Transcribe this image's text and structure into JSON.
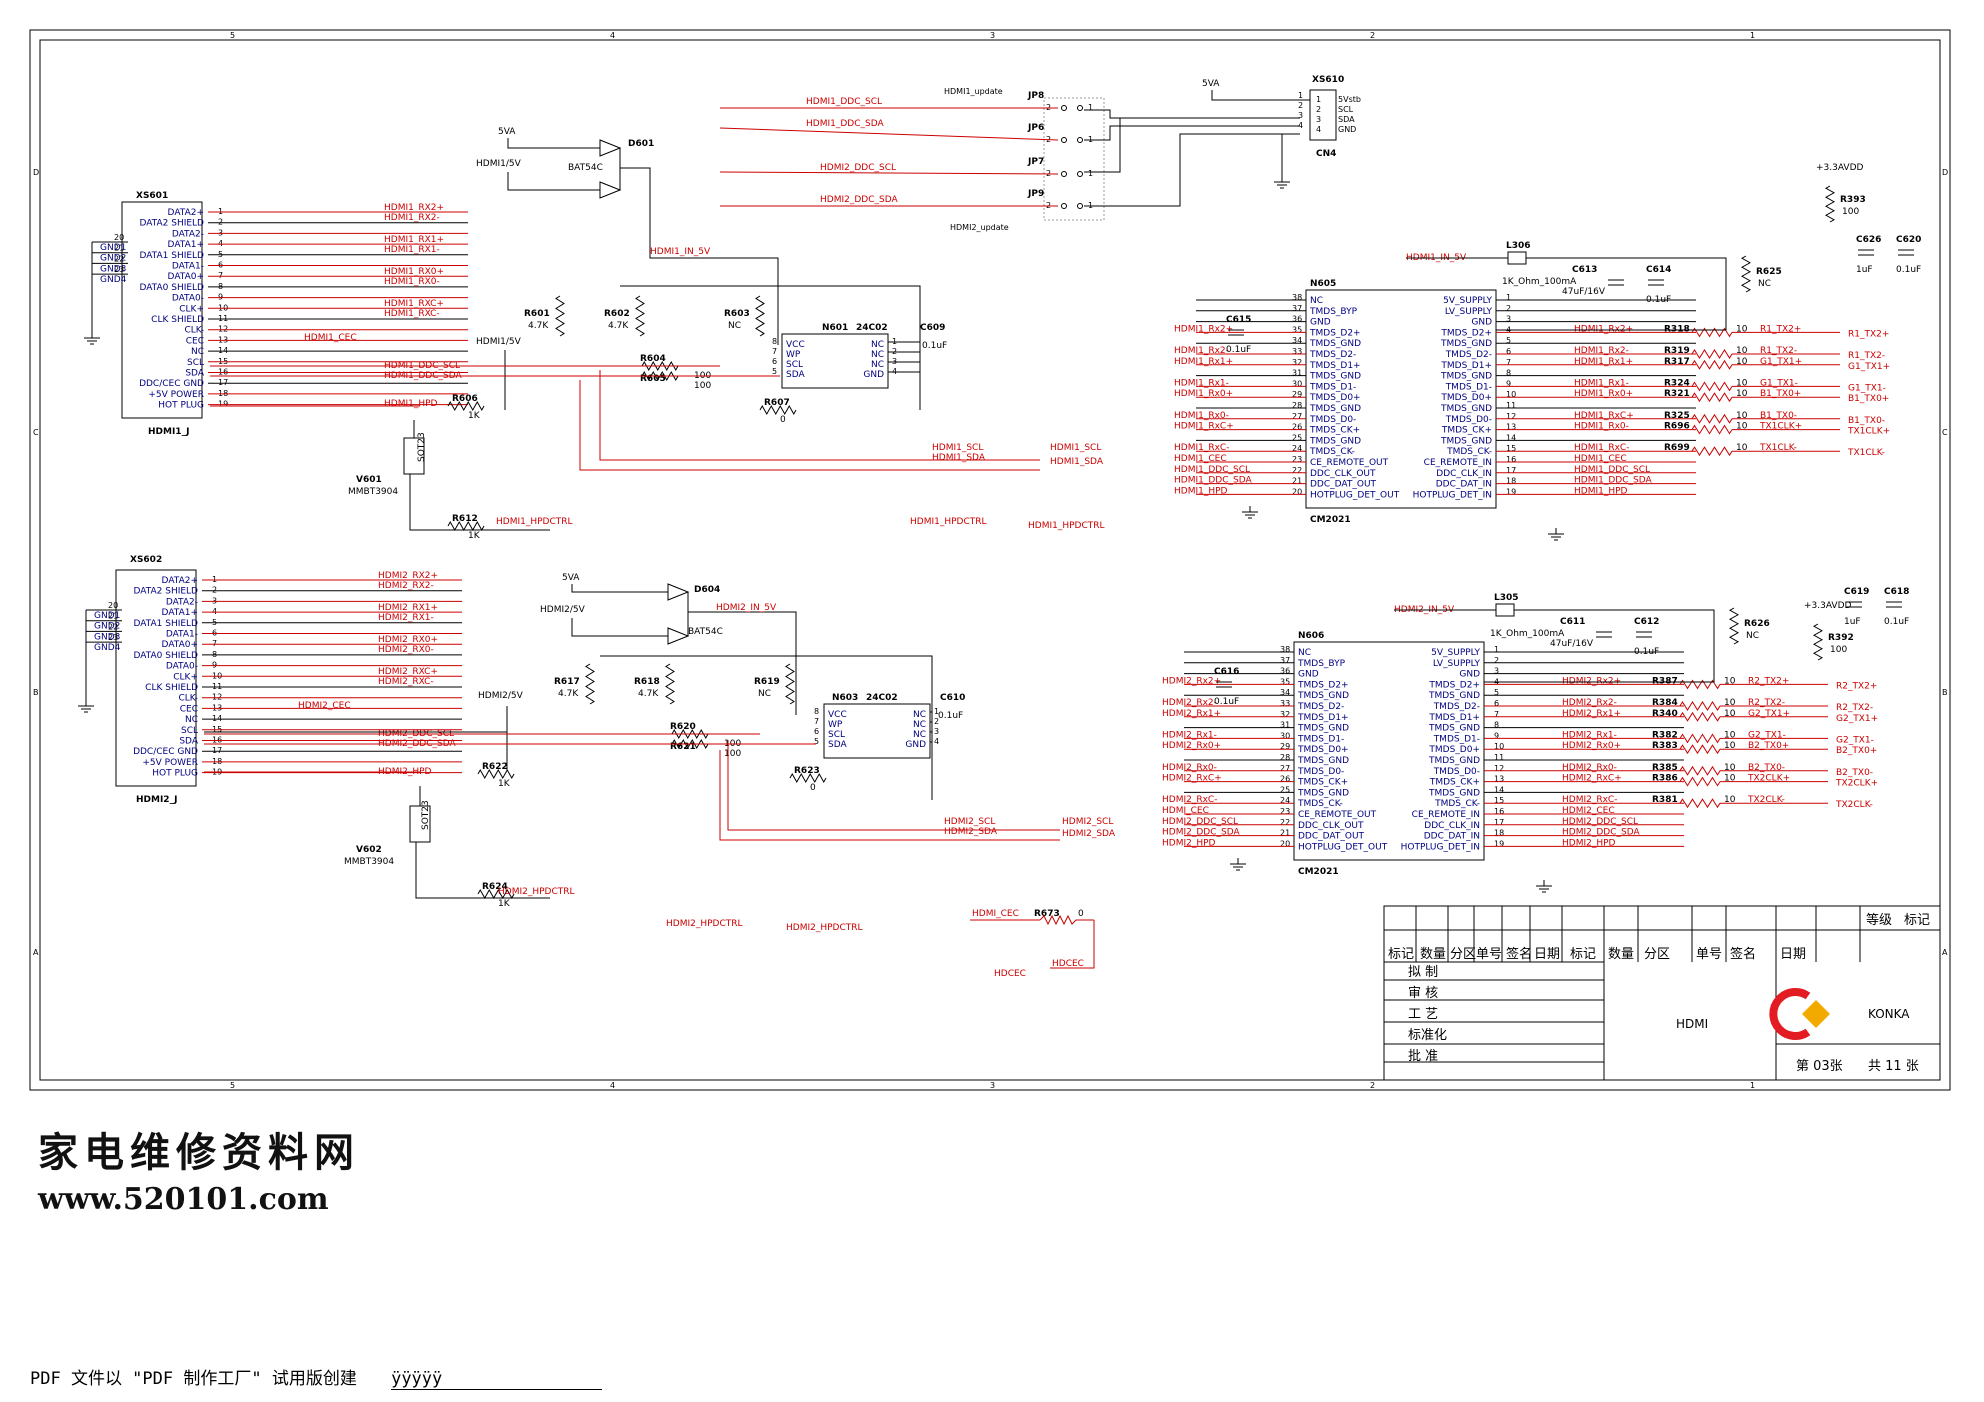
{
  "grid": {
    "top": [
      "5",
      "4",
      "3",
      "2",
      "1"
    ],
    "side": [
      "D",
      "C",
      "B",
      "A"
    ]
  },
  "u1": {
    "connector": {
      "ref": "XS601",
      "name": "HDMI1_J",
      "pins": [
        "DATA2+",
        "DATA2 SHIELD",
        "DATA2-",
        "DATA1+",
        "DATA1 SHIELD",
        "DATA1-",
        "DATA0+",
        "DATA0 SHIELD",
        "DATA0-",
        "CLK+",
        "CLK SHIELD",
        "CLK-",
        "CEC",
        "NC",
        "SCL",
        "SDA",
        "DDC/CEC GND",
        "+5V POWER",
        "HOT PLUG"
      ],
      "gnd_pins": [
        "20",
        "21",
        "22",
        "23"
      ],
      "gnd_labels": [
        "GND1",
        "GND2",
        "GND3",
        "GND4"
      ],
      "nets": [
        "HDMI1_RX2+",
        "HDMI1_RX2-",
        "HDMI1_RX1+",
        "HDMI1_RX1-",
        "HDMI1_RX0+",
        "HDMI1_RX0-",
        "HDMI1_RXC+",
        "HDMI1_RXC-",
        "HDMI1_CEC",
        "HDMI1_DDC_SCL",
        "HDMI1_DDC_SDA",
        "HDMI1_HPD"
      ]
    },
    "diode": {
      "ref": "D601",
      "part": "BAT54C",
      "in1": "5VA",
      "in2": "HDMI1/5V",
      "out": "HDMI1_IN_5V"
    },
    "eeprom": {
      "ref": "N601",
      "part": "24C02",
      "pins": [
        "VCC",
        "WP",
        "SCL",
        "SDA",
        "NC",
        "NC",
        "NC",
        "GND"
      ]
    },
    "res": [
      {
        "ref": "R601",
        "val": "4.7K"
      },
      {
        "ref": "R602",
        "val": "4.7K"
      },
      {
        "ref": "R603",
        "val": "NC"
      },
      {
        "ref": "R604",
        "val": "100"
      },
      {
        "ref": "R605",
        "val": "100"
      },
      {
        "ref": "R606",
        "val": "1K"
      },
      {
        "ref": "R607",
        "val": "0"
      },
      {
        "ref": "R612",
        "val": "1K"
      }
    ],
    "cap": {
      "ref": "C609",
      "val": "0.1uF"
    },
    "transistor": {
      "ref": "V601",
      "part": "MMBT3904",
      "pkg": "SOT23"
    },
    "rail": "HDMI1/5V",
    "out_nets": [
      "HDMI1_SCL",
      "HDMI1_SDA",
      "HDMI1_HPDCTRL",
      "HDMI1_HPDCTRL"
    ]
  },
  "u2": {
    "connector": {
      "ref": "XS602",
      "name": "HDMI2_J",
      "pins": [
        "DATA2+",
        "DATA2 SHIELD",
        "DATA2-",
        "DATA1+",
        "DATA1 SHIELD",
        "DATA1-",
        "DATA0+",
        "DATA0 SHIELD",
        "DATA0-",
        "CLK+",
        "CLK SHIELD",
        "CLK-",
        "CEC",
        "NC",
        "SCL",
        "SDA",
        "DDC/CEC GND",
        "+5V POWER",
        "HOT PLUG"
      ],
      "gnd_pins": [
        "20",
        "21",
        "22",
        "23"
      ],
      "gnd_labels": [
        "GND1",
        "GND2",
        "GND3",
        "GND4"
      ],
      "nets": [
        "HDMI2_RX2+",
        "HDMI2_RX2-",
        "HDMI2_RX1+",
        "HDMI2_RX1-",
        "HDMI2_RX0+",
        "HDMI2_RX0-",
        "HDMI2_RXC+",
        "HDMI2_RXC-",
        "HDMI2_CEC",
        "HDMI2_DDC_SCL",
        "HDMI2_DDC_SDA",
        "HDMI2_HPD"
      ]
    },
    "diode": {
      "ref": "D604",
      "part": "BAT54C",
      "in1": "5VA",
      "in2": "HDMI2/5V",
      "out": "HDMI2_IN_5V"
    },
    "eeprom": {
      "ref": "N603",
      "part": "24C02",
      "pins": [
        "VCC",
        "WP",
        "SCL",
        "SDA",
        "NC",
        "NC",
        "NC",
        "GND"
      ]
    },
    "res": [
      {
        "ref": "R617",
        "val": "4.7K"
      },
      {
        "ref": "R618",
        "val": "4.7K"
      },
      {
        "ref": "R619",
        "val": "NC"
      },
      {
        "ref": "R620",
        "val": "100"
      },
      {
        "ref": "R621",
        "val": "100"
      },
      {
        "ref": "R622",
        "val": "1K"
      },
      {
        "ref": "R623",
        "val": "0"
      },
      {
        "ref": "R624",
        "val": "1K"
      }
    ],
    "cap": {
      "ref": "C610",
      "val": "0.1uF"
    },
    "transistor": {
      "ref": "V602",
      "part": "MMBT3904",
      "pkg": "SOT23"
    },
    "rail": "HDMI2/5V",
    "out_nets": [
      "HDMI2_SCL",
      "HDMI2_SDA",
      "HDMI2_HPDCTRL",
      "HDMI2_HPDCTRL"
    ]
  },
  "update": {
    "labels": [
      "HDMI1_update",
      "HDMI2_update"
    ],
    "jumpers": [
      "JP8",
      "JP6",
      "JP7",
      "JP9"
    ],
    "nets": [
      "HDMI1_DDC_SCL",
      "HDMI1_DDC_SDA",
      "HDMI2_DDC_SCL",
      "HDMI2_DDC_SDA"
    ],
    "cn": {
      "ref": "XS610",
      "name": "CN4",
      "rail": "5VA",
      "pins": [
        "5Vstb",
        "SCL",
        "SDA",
        "GND"
      ]
    }
  },
  "chips": {
    "left_pins": [
      "NC",
      "TMDS_BYP",
      "GND",
      "TMDS_D2+",
      "TMDS_GND",
      "TMDS_D2-",
      "TMDS_D1+",
      "TMDS_GND",
      "TMDS_D1-",
      "TMDS_D0+",
      "TMDS_GND",
      "TMDS_D0-",
      "TMDS_CK+",
      "TMDS_GND",
      "TMDS_CK-",
      "CE_REMOTE_OUT",
      "DDC_CLK_OUT",
      "DDC_DAT_OUT",
      "HOTPLUG_DET_OUT"
    ],
    "right_pins": [
      "5V_SUPPLY",
      "LV_SUPPLY",
      "GND",
      "TMDS_D2+",
      "TMDS_GND",
      "TMDS_D2-",
      "TMDS_D1+",
      "TMDS_GND",
      "TMDS_D1-",
      "TMDS_D0+",
      "TMDS_GND",
      "TMDS_D0-",
      "TMDS_CK+",
      "TMDS_GND",
      "TMDS_CK-",
      "CE_REMOTE_IN",
      "DDC_CLK_IN",
      "DDC_DAT_IN",
      "HOTPLUG_DET_IN"
    ],
    "left_nums": [
      "38",
      "37",
      "36",
      "35",
      "34",
      "33",
      "32",
      "31",
      "30",
      "29",
      "28",
      "27",
      "26",
      "25",
      "24",
      "23",
      "22",
      "21",
      "20"
    ],
    "c1": {
      "ref": "N605",
      "part": "CM2021",
      "supply": "HDMI1_IN_5V",
      "L": {
        "ref": "L306",
        "val": "1K_Ohm_100mA"
      },
      "caps": [
        {
          "ref": "C613",
          "val": "47uF/16V"
        },
        {
          "ref": "C614",
          "val": "0.1uF"
        },
        {
          "ref": "C615",
          "val": "0.1uF"
        },
        {
          "ref": "C626",
          "val": "1uF"
        },
        {
          "ref": "C620",
          "val": "0.1uF"
        }
      ],
      "r_nc": {
        "ref": "R625",
        "val": "NC"
      },
      "r_pull": {
        "ref": "R393",
        "val": "100"
      },
      "rail": "+3.3AVDD",
      "left_nets": [
        "HDMI1_Rx2+",
        "HDMI1_Rx2-",
        "HDMI1_Rx1+",
        "HDMI1_Rx1-",
        "HDMI1_Rx0+",
        "HDMI1_Rx0-",
        "HDMI1_RxC+",
        "HDMI1_RxC-",
        "HDMI1_CEC",
        "HDMI1_DDC_SCL",
        "HDMI1_DDC_SDA",
        "HDMI1_HPD"
      ],
      "right_nets": [
        "HDMI1_Rx2+",
        "HDMI1_Rx2-",
        "HDMI1_Rx1+",
        "HDMI1_Rx1-",
        "HDMI1_Rx0+",
        "HDMI1_RxC+",
        "HDMI1_Rx0-",
        "HDMI1_RxC-",
        "HDMI1_CEC",
        "HDMI1_DDC_SCL",
        "HDMI1_DDC_SDA",
        "HDMI1_HPD"
      ],
      "series": [
        {
          "ref": "R318",
          "val": "10",
          "net": "R1_TX2+",
          "out": "R1_TX2+"
        },
        {
          "ref": "R319",
          "val": "10",
          "net": "R1_TX2-",
          "out": "R1_TX2-"
        },
        {
          "ref": "R317",
          "val": "10",
          "net": "G1_TX1+",
          "out": "G1_TX1+"
        },
        {
          "ref": "R324",
          "val": "10",
          "net": "G1_TX1-",
          "out": "G1_TX1-"
        },
        {
          "ref": "R321",
          "val": "10",
          "net": "B1_TX0+",
          "out": "B1_TX0+"
        },
        {
          "ref": "R325",
          "val": "10",
          "net": "B1_TX0-",
          "out": "B1_TX0-"
        },
        {
          "ref": "R696",
          "val": "10",
          "net": "TX1CLK+",
          "out": "TX1CLK+"
        },
        {
          "ref": "R699",
          "val": "10",
          "net": "TX1CLK-",
          "out": "TX1CLK-"
        }
      ]
    },
    "c2": {
      "ref": "N606",
      "part": "CM2021",
      "supply": "HDMI2_IN_5V",
      "L": {
        "ref": "L305",
        "val": "1K_Ohm_100mA"
      },
      "caps": [
        {
          "ref": "C611",
          "val": "47uF/16V"
        },
        {
          "ref": "C612",
          "val": "0.1uF"
        },
        {
          "ref": "C616",
          "val": "0.1uF"
        },
        {
          "ref": "C619",
          "val": "1uF"
        },
        {
          "ref": "C618",
          "val": "0.1uF"
        }
      ],
      "r_nc": {
        "ref": "R626",
        "val": "NC"
      },
      "r_pull": {
        "ref": "R392",
        "val": "100"
      },
      "rail": "+3.3AVDD",
      "left_nets": [
        "HDMI2_Rx2+",
        "HDMI2_Rx2-",
        "HDMI2_Rx1+",
        "HDMI2_Rx1-",
        "HDMI2_Rx0+",
        "HDMI2_Rx0-",
        "HDMI2_RxC+",
        "HDMI2_RxC-",
        "HDMI_CEC",
        "HDMI2_DDC_SCL",
        "HDMI2_DDC_SDA",
        "HDMI2_HPD"
      ],
      "right_nets": [
        "HDMI2_Rx2+",
        "HDMI2_Rx2-",
        "HDMI2_Rx1+",
        "HDMI2_Rx1-",
        "HDMI2_Rx0+",
        "HDMI2_Rx0-",
        "HDMI2_RxC+",
        "HDMI2_RxC-",
        "HDMI2_CEC",
        "HDMI2_DDC_SCL",
        "HDMI2_DDC_SDA",
        "HDMI2_HPD"
      ],
      "series": [
        {
          "ref": "R387",
          "val": "10",
          "net": "R2_TX2+",
          "out": "R2_TX2+"
        },
        {
          "ref": "R384",
          "val": "10",
          "net": "R2_TX2-",
          "out": "R2_TX2-"
        },
        {
          "ref": "R340",
          "val": "10",
          "net": "G2_TX1+",
          "out": "G2_TX1+"
        },
        {
          "ref": "R382",
          "val": "10",
          "net": "G2_TX1-",
          "out": "G2_TX1-"
        },
        {
          "ref": "R383",
          "val": "10",
          "net": "B2_TX0+",
          "out": "B2_TX0+"
        },
        {
          "ref": "R385",
          "val": "10",
          "net": "B2_TX0-",
          "out": "B2_TX0-"
        },
        {
          "ref": "R386",
          "val": "10",
          "net": "TX2CLK+",
          "out": "TX2CLK+"
        },
        {
          "ref": "R381",
          "val": "10",
          "net": "TX2CLK-",
          "out": "TX2CLK-"
        }
      ]
    }
  },
  "cec": {
    "net_in": "HDMI_CEC",
    "ref": "R673",
    "val": "0",
    "net_out": "HDCEC",
    "port": "HDCEC"
  },
  "title_block": {
    "grade": "等级",
    "mark": "标记",
    "cols": [
      "标记",
      "数量",
      "分区",
      "单号",
      "签名",
      "日期",
      "标记",
      "数量",
      "分区",
      "单号",
      "签名",
      "日期"
    ],
    "roles": [
      "拟 制",
      "审 核",
      "工 艺",
      "标准化",
      "批 准"
    ],
    "title": "HDMI",
    "brand": "KONKA",
    "sheet": "第 03张",
    "total": "共 11 张"
  },
  "watermark": {
    "cn": "家电维修资料网",
    "url": "www.520101.com"
  },
  "footer": {
    "text": "PDF 文件以 \"PDF 制作工厂\" 试用版创建",
    "tail": "ÿÿÿÿÿ"
  }
}
